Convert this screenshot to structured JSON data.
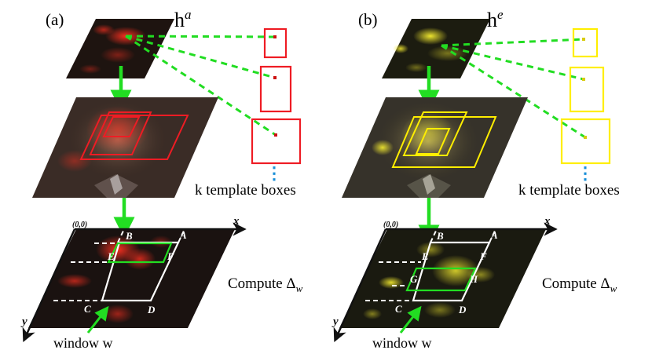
{
  "panels": [
    {
      "id": "a",
      "label": "(a)",
      "heatmap_symbol": "h",
      "heatmap_superscript": "a",
      "accent_color": "#ee1c24",
      "glow_color": "#ff2a1a",
      "template_caption": "k template boxes",
      "compute_text": "Compute Δ",
      "compute_subscript": "w",
      "origin_label": "(0,0)",
      "x_axis_label": "x",
      "y_axis_label": "y",
      "corner_labels": [
        "A",
        "B",
        "C",
        "D",
        "E",
        "F"
      ],
      "window_caption": "window w"
    },
    {
      "id": "b",
      "label": "(b)",
      "heatmap_symbol": "h",
      "heatmap_superscript": "e",
      "accent_color": "#ffee00",
      "glow_color": "#f5ea2a",
      "template_caption": "k template boxes",
      "compute_text": "Compute Δ",
      "compute_subscript": "w",
      "origin_label": "(0,0)",
      "x_axis_label": "x",
      "y_axis_label": "y",
      "corner_labels": [
        "A",
        "B",
        "C",
        "D",
        "E",
        "F",
        "G",
        "H"
      ],
      "window_caption": "window w"
    }
  ],
  "colors": {
    "arrow_green": "#22dd22",
    "dash_white": "#ffffff",
    "ellipsis_blue": "#1a8fd8",
    "dark_tile": "#1a1510"
  }
}
